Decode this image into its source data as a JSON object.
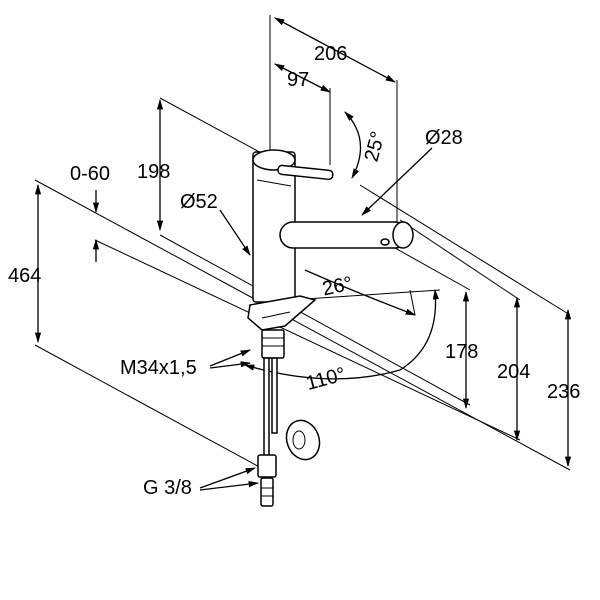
{
  "dimensions": {
    "width_total": "206",
    "lever_offset": "97",
    "diameter_spout": "Ø28",
    "lever_angle": "25°",
    "range": "0-60",
    "body_height": "198",
    "diameter_body": "Ø52",
    "total_height": "464",
    "swivel_angle": "26°",
    "thread_m": "M34x1,5",
    "rotation": "110°",
    "spout_height": "178",
    "outlet_height": "204",
    "top_height": "236",
    "connection": "G 3/8"
  }
}
